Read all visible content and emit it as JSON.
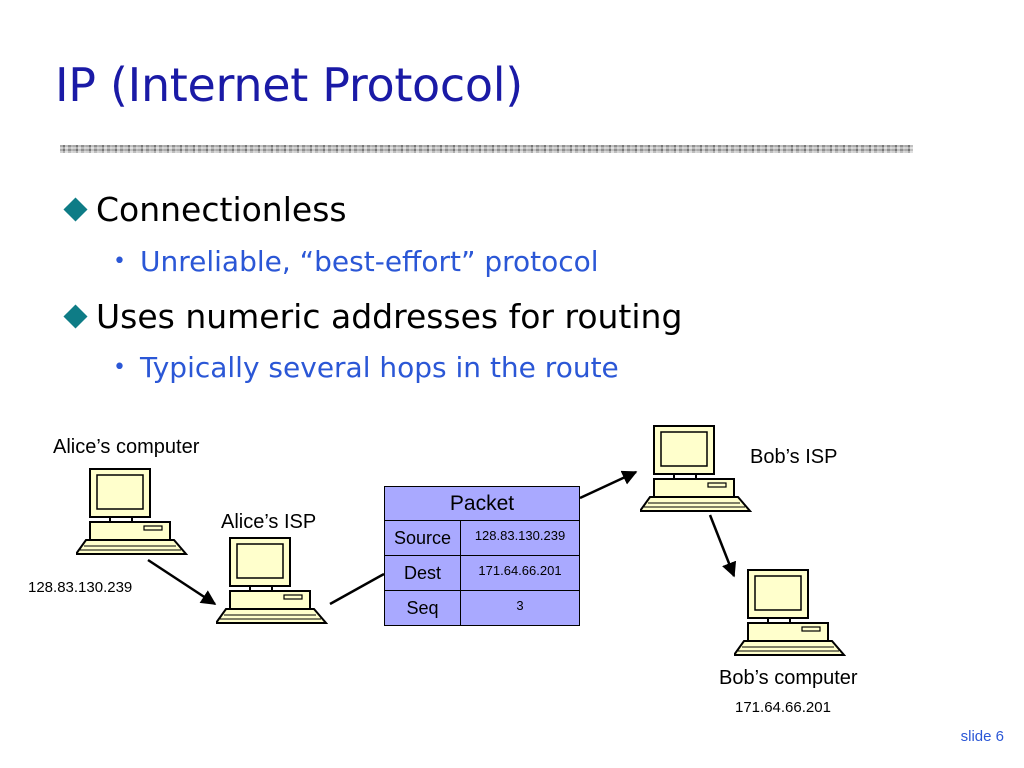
{
  "slide": {
    "title": "IP (Internet Protocol)",
    "bullets": [
      {
        "text": "Connectionless",
        "sub": "Unreliable, “best-effort” protocol"
      },
      {
        "text": "Uses numeric addresses for routing",
        "sub": "Typically several hops in the route"
      }
    ],
    "slide_number": "slide 6",
    "colors": {
      "title": "#1a1aa6",
      "sub_text": "#2b57d6",
      "bullet": "#0e7c86",
      "packet_fill": "#a9a9ff"
    }
  },
  "diagram": {
    "alice_computer": {
      "label": "Alice’s computer",
      "ip": "128.83.130.239"
    },
    "alice_isp": {
      "label": "Alice’s ISP"
    },
    "bob_isp": {
      "label": "Bob’s ISP"
    },
    "bob_computer": {
      "label": "Bob’s computer",
      "ip": "171.64.66.201"
    },
    "packet": {
      "header": "Packet",
      "rows": [
        {
          "field": "Source",
          "value": "128.83.130.239"
        },
        {
          "field": "Dest",
          "value": "171.64.66.201"
        },
        {
          "field": "Seq",
          "value": "3"
        }
      ]
    }
  }
}
